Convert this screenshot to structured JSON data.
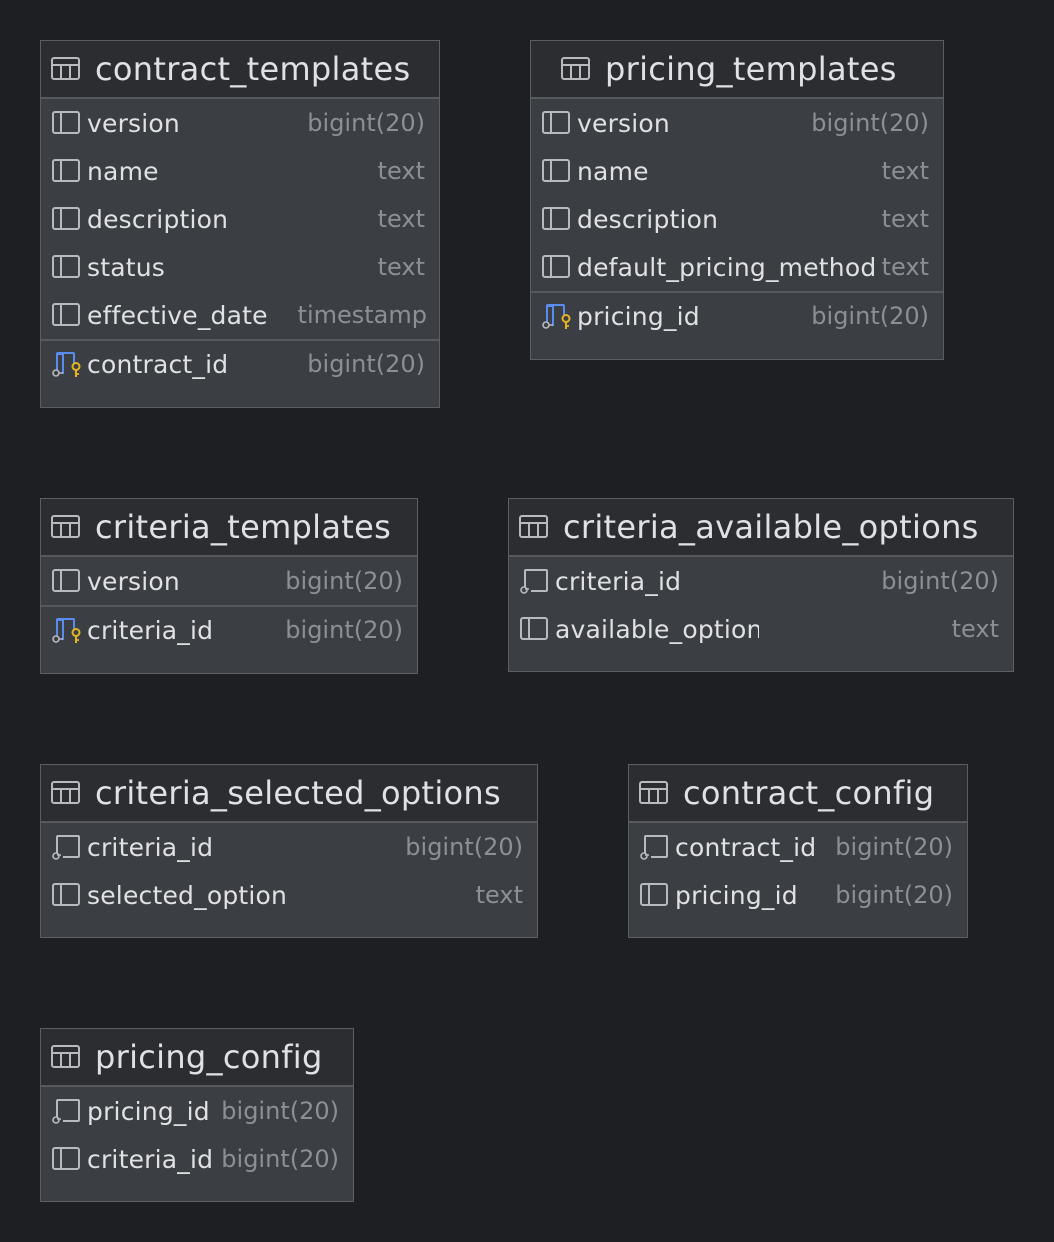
{
  "tables": {
    "contract_templates": {
      "title": "contract_templates",
      "columns": [
        {
          "name": "version",
          "type": "bigint(20)"
        },
        {
          "name": "name",
          "type": "text"
        },
        {
          "name": "description",
          "type": "text"
        },
        {
          "name": "status",
          "type": "text"
        },
        {
          "name": "effective_date",
          "type": "timestamp"
        },
        {
          "name": "contract_id",
          "type": "bigint(20)"
        }
      ]
    },
    "pricing_templates": {
      "title": "pricing_templates",
      "columns": [
        {
          "name": "version",
          "type": "bigint(20)"
        },
        {
          "name": "name",
          "type": "text"
        },
        {
          "name": "description",
          "type": "text"
        },
        {
          "name": "default_pricing_method",
          "type": "text"
        },
        {
          "name": "pricing_id",
          "type": "bigint(20)"
        }
      ]
    },
    "criteria_templates": {
      "title": "criteria_templates",
      "columns": [
        {
          "name": "version",
          "type": "bigint(20)"
        },
        {
          "name": "criteria_id",
          "type": "bigint(20)"
        }
      ]
    },
    "criteria_available_options": {
      "title": "criteria_available_options",
      "columns": [
        {
          "name": "criteria_id",
          "type": "bigint(20)"
        },
        {
          "name": "available_option",
          "type": "text"
        }
      ]
    },
    "criteria_selected_options": {
      "title": "criteria_selected_options",
      "columns": [
        {
          "name": "criteria_id",
          "type": "bigint(20)"
        },
        {
          "name": "selected_option",
          "type": "text"
        }
      ]
    },
    "contract_config": {
      "title": "contract_config",
      "columns": [
        {
          "name": "contract_id",
          "type": "bigint(20)"
        },
        {
          "name": "pricing_id",
          "type": "bigint(20)"
        }
      ]
    },
    "pricing_config": {
      "title": "pricing_config",
      "columns": [
        {
          "name": "pricing_id",
          "type": "bigint(20)"
        },
        {
          "name": "criteria_id",
          "type": "bigint(20)"
        }
      ]
    }
  },
  "icons": {
    "table": "table-icon",
    "column": "column-icon",
    "primary_key": "primary-key-column-icon",
    "foreign_key": "foreign-key-column-icon"
  },
  "colors": {
    "background": "#1e1f22",
    "header": "#2b2d30",
    "body": "#3b3e42",
    "text": "#dfe1e5",
    "type_text": "#8c8f94",
    "pk_accent": "#5a8cf0",
    "key_accent": "#e6b422"
  }
}
